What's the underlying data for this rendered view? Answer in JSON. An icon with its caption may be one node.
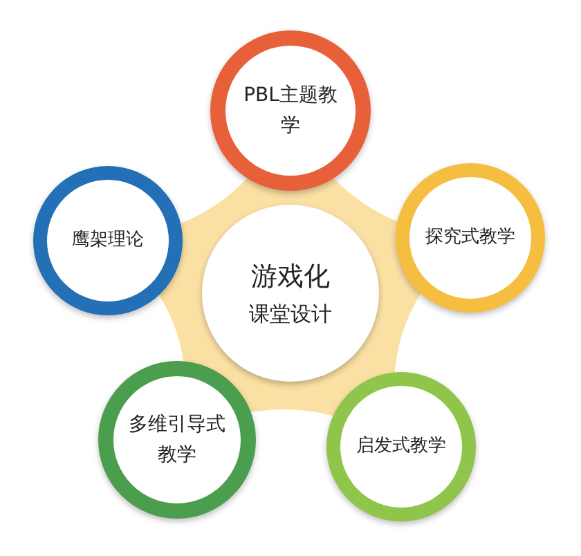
{
  "diagram": {
    "nodes": [
      {
        "text": [
          "游戏化",
          "课堂设计"
        ]
      },
      {
        "text": [
          "PBL主题教学"
        ]
      },
      {
        "text": [
          "探究式教学"
        ]
      },
      {
        "text": [
          "启发式教学"
        ]
      },
      {
        "text": [
          "多维引导式教学"
        ]
      },
      {
        "text": [
          "鹰架理论"
        ]
      }
    ],
    "edges": []
  }
}
